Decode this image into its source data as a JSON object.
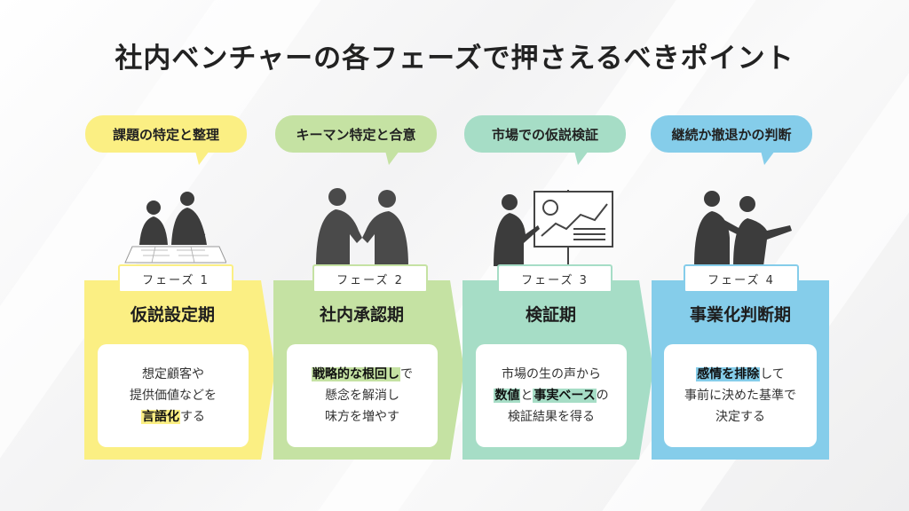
{
  "title": "社内ベンチャーの各フェーズで押さえるべきポイント",
  "phases": [
    {
      "bubble": "課題の特定と整理",
      "tag": "フェーズ 1",
      "name": "仮説設定期",
      "color": "#fbef83",
      "bubble_color": "#fbef83",
      "line1": "想定顧客や",
      "line2": "提供価値などを",
      "line3_hl": "言語化",
      "line3_rest": "する"
    },
    {
      "bubble": "キーマン特定と合意",
      "tag": "フェーズ 2",
      "name": "社内承認期",
      "color": "#c5e2a3",
      "bubble_color": "#c5e2a3",
      "line1_hl": "戦略的な根回し",
      "line1_rest": "で",
      "line2": "懸念を解消し",
      "line3": "味方を増やす"
    },
    {
      "bubble": "市場での仮説検証",
      "tag": "フェーズ 3",
      "name": "検証期",
      "color": "#a6ddc6",
      "bubble_color": "#a6ddc6",
      "line1": "市場の生の声から",
      "line2_hl1": "数値",
      "line2_mid": "と",
      "line2_hl2": "事実ベース",
      "line2_rest": "の",
      "line3": "検証結果を得る"
    },
    {
      "bubble": "継続か撤退かの判断",
      "tag": "フェーズ 4",
      "name": "事業化判断期",
      "color": "#85cdea",
      "bubble_color": "#85cdea",
      "line1_hl": "感情を排除",
      "line1_rest": "して",
      "line2": "事前に決めた基準で",
      "line3": "決定する"
    }
  ],
  "icons": [
    "business-meeting-icon",
    "handshake-icon",
    "presentation-icon",
    "leaders-pointing-icon"
  ]
}
